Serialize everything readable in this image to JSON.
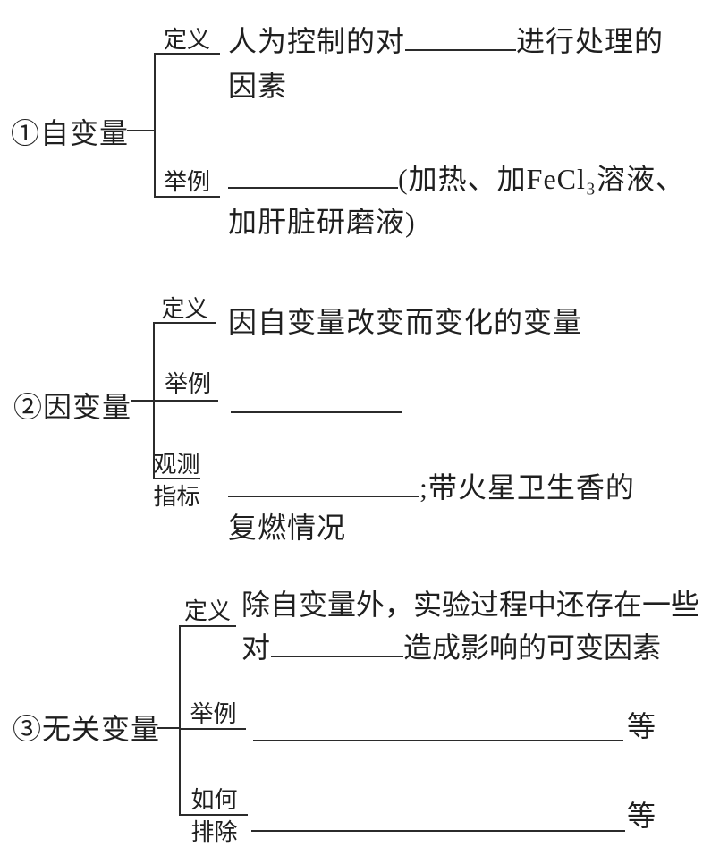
{
  "page": {
    "background_color": "#ffffff",
    "ink_color": "#1f1f1f",
    "line_color": "#2b2b2b"
  },
  "sections": [
    {
      "label": "①自变量",
      "definition": {
        "label": "定义",
        "line1_before_blank": "人为控制的对",
        "line1_after_blank": "进行处理的",
        "line2": "因素"
      },
      "example": {
        "label": "举例",
        "after_blank": "(加热、加FeCl₃溶液、",
        "line2": "加肝脏研磨液)"
      }
    },
    {
      "label": "②因变量",
      "definition": {
        "label": "定义",
        "text": "因自变量改变而变化的变量"
      },
      "example": {
        "label": "举例"
      },
      "observation": {
        "label_line1": "观测",
        "label_line2": "指标",
        "after_blank": ";带火星卫生香的",
        "line2": "复燃情况"
      }
    },
    {
      "label": "③无关变量",
      "definition": {
        "label": "定义",
        "line1": "除自变量外，实验过程中还存在一些",
        "line2_before_blank": "对",
        "line2_after_blank": "造成影响的可变因素"
      },
      "example": {
        "label": "举例",
        "suffix": "等"
      },
      "how_to_exclude": {
        "label_line1": "如何",
        "label_line2": "排除",
        "suffix": "等"
      }
    }
  ]
}
